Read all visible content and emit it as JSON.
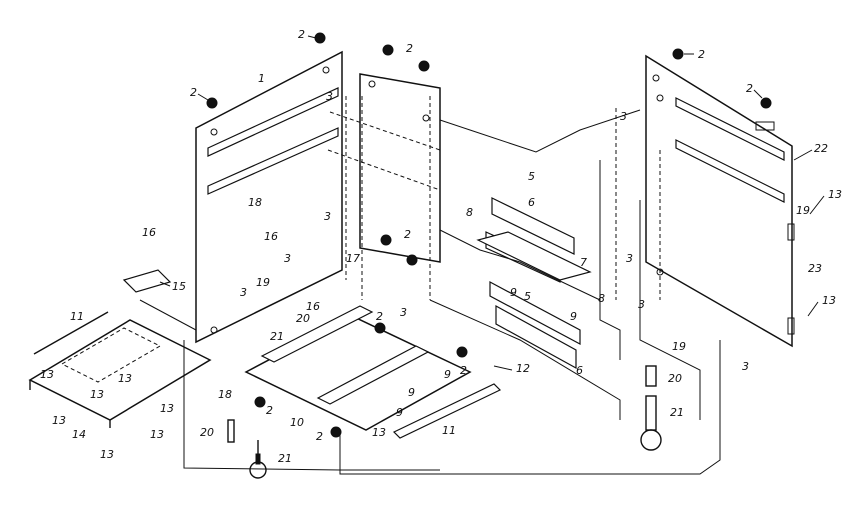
{
  "callouts": [
    {
      "id": "c1",
      "label": "1"
    },
    {
      "id": "c2a",
      "label": "2"
    },
    {
      "id": "c2b",
      "label": "2"
    },
    {
      "id": "c2c",
      "label": "2"
    },
    {
      "id": "c2d",
      "label": "2"
    },
    {
      "id": "c2e",
      "label": "2"
    },
    {
      "id": "c2f",
      "label": "2"
    },
    {
      "id": "c2g",
      "label": "2"
    },
    {
      "id": "c2h",
      "label": "2"
    },
    {
      "id": "c2i",
      "label": "2"
    },
    {
      "id": "c2j",
      "label": "2"
    },
    {
      "id": "c3a",
      "label": "3"
    },
    {
      "id": "c3b",
      "label": "3"
    },
    {
      "id": "c3c",
      "label": "3"
    },
    {
      "id": "c3d",
      "label": "3"
    },
    {
      "id": "c3e",
      "label": "3"
    },
    {
      "id": "c3f",
      "label": "3"
    },
    {
      "id": "c3g",
      "label": "3"
    },
    {
      "id": "c3h",
      "label": "3"
    },
    {
      "id": "c3i",
      "label": "3"
    },
    {
      "id": "c5a",
      "label": "5"
    },
    {
      "id": "c5b",
      "label": "5"
    },
    {
      "id": "c6a",
      "label": "6"
    },
    {
      "id": "c6b",
      "label": "6"
    },
    {
      "id": "c7",
      "label": "7"
    },
    {
      "id": "c8a",
      "label": "8"
    },
    {
      "id": "c8b",
      "label": "8"
    },
    {
      "id": "c9a",
      "label": "9"
    },
    {
      "id": "c9b",
      "label": "9"
    },
    {
      "id": "c9c",
      "label": "9"
    },
    {
      "id": "c9d",
      "label": "9"
    },
    {
      "id": "c9e",
      "label": "9"
    },
    {
      "id": "c10",
      "label": "10"
    },
    {
      "id": "c11a",
      "label": "11"
    },
    {
      "id": "c11b",
      "label": "11"
    },
    {
      "id": "c12",
      "label": "12"
    },
    {
      "id": "c13a",
      "label": "13"
    },
    {
      "id": "c13b",
      "label": "13"
    },
    {
      "id": "c13c",
      "label": "13"
    },
    {
      "id": "c13d",
      "label": "13"
    },
    {
      "id": "c13e",
      "label": "13"
    },
    {
      "id": "c13f",
      "label": "13"
    },
    {
      "id": "c13g",
      "label": "13"
    },
    {
      "id": "c13h",
      "label": "13"
    },
    {
      "id": "c13i",
      "label": "13"
    },
    {
      "id": "c13j",
      "label": "13"
    },
    {
      "id": "c14",
      "label": "14"
    },
    {
      "id": "c15",
      "label": "15"
    },
    {
      "id": "c16a",
      "label": "16"
    },
    {
      "id": "c16b",
      "label": "16"
    },
    {
      "id": "c16c",
      "label": "16"
    },
    {
      "id": "c17",
      "label": "17"
    },
    {
      "id": "c18a",
      "label": "18"
    },
    {
      "id": "c18b",
      "label": "18"
    },
    {
      "id": "c19a",
      "label": "19"
    },
    {
      "id": "c19b",
      "label": "19"
    },
    {
      "id": "c19c",
      "label": "19"
    },
    {
      "id": "c20a",
      "label": "20"
    },
    {
      "id": "c20b",
      "label": "20"
    },
    {
      "id": "c20c",
      "label": "20"
    },
    {
      "id": "c21a",
      "label": "21"
    },
    {
      "id": "c21b",
      "label": "21"
    },
    {
      "id": "c21c",
      "label": "21"
    },
    {
      "id": "c22",
      "label": "22"
    },
    {
      "id": "c23",
      "label": "23"
    }
  ]
}
